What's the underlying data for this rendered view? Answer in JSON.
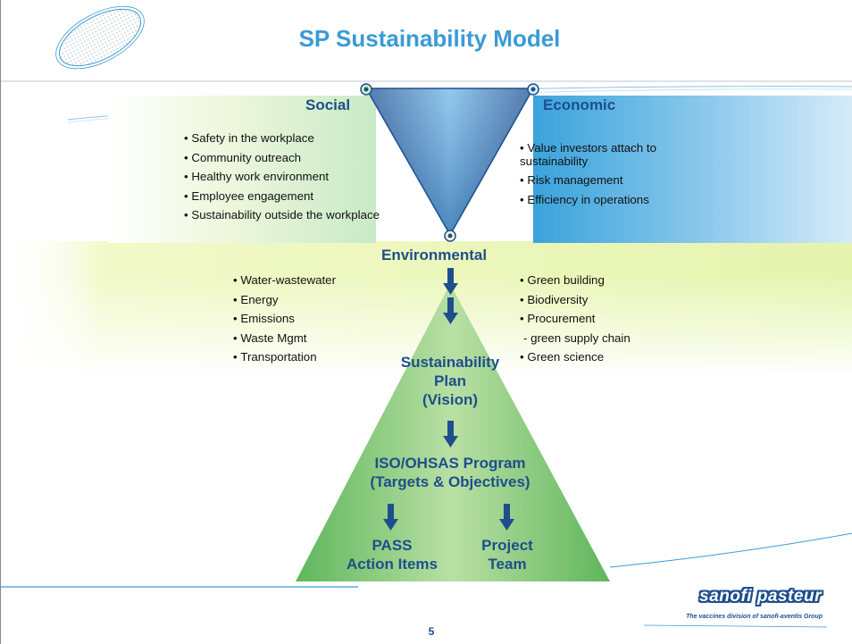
{
  "slide": {
    "title": "SP Sustainability Model",
    "page_number": "5",
    "colors": {
      "title": "#3a9bd5",
      "navy": "#1f4e8c",
      "band_green": "#eaf6b5",
      "band_blue": "#4fa9dc",
      "pyramid": "#5bb260"
    }
  },
  "social": {
    "heading": "Social",
    "items": [
      "Safety in the workplace",
      "Community outreach",
      "Healthy work environment",
      "Employee engagement",
      "Sustainability outside the workplace"
    ]
  },
  "economic": {
    "heading": "Economic",
    "items": [
      "Value investors attach to sustainability",
      "Risk management",
      "Efficiency in operations"
    ]
  },
  "environmental": {
    "heading": "Environmental",
    "left_items": [
      "Water-wastewater",
      "Energy",
      "Emissions",
      "Waste Mgmt",
      "Transportation"
    ],
    "right_items": [
      "Green building",
      "Biodiversity",
      "Procurement",
      "- green supply chain",
      "Green science"
    ]
  },
  "pyramid": {
    "plan": [
      "Sustainability",
      "Plan",
      "(Vision)"
    ],
    "program": [
      "ISO/OHSAS Program",
      "(Targets & Objectives)"
    ],
    "pass": [
      "PASS",
      "Action Items"
    ],
    "team": [
      "Project",
      "Team"
    ]
  },
  "logo": {
    "name": "sanofi pasteur",
    "tagline": "The vaccines division of sanofi-aventis Group"
  }
}
